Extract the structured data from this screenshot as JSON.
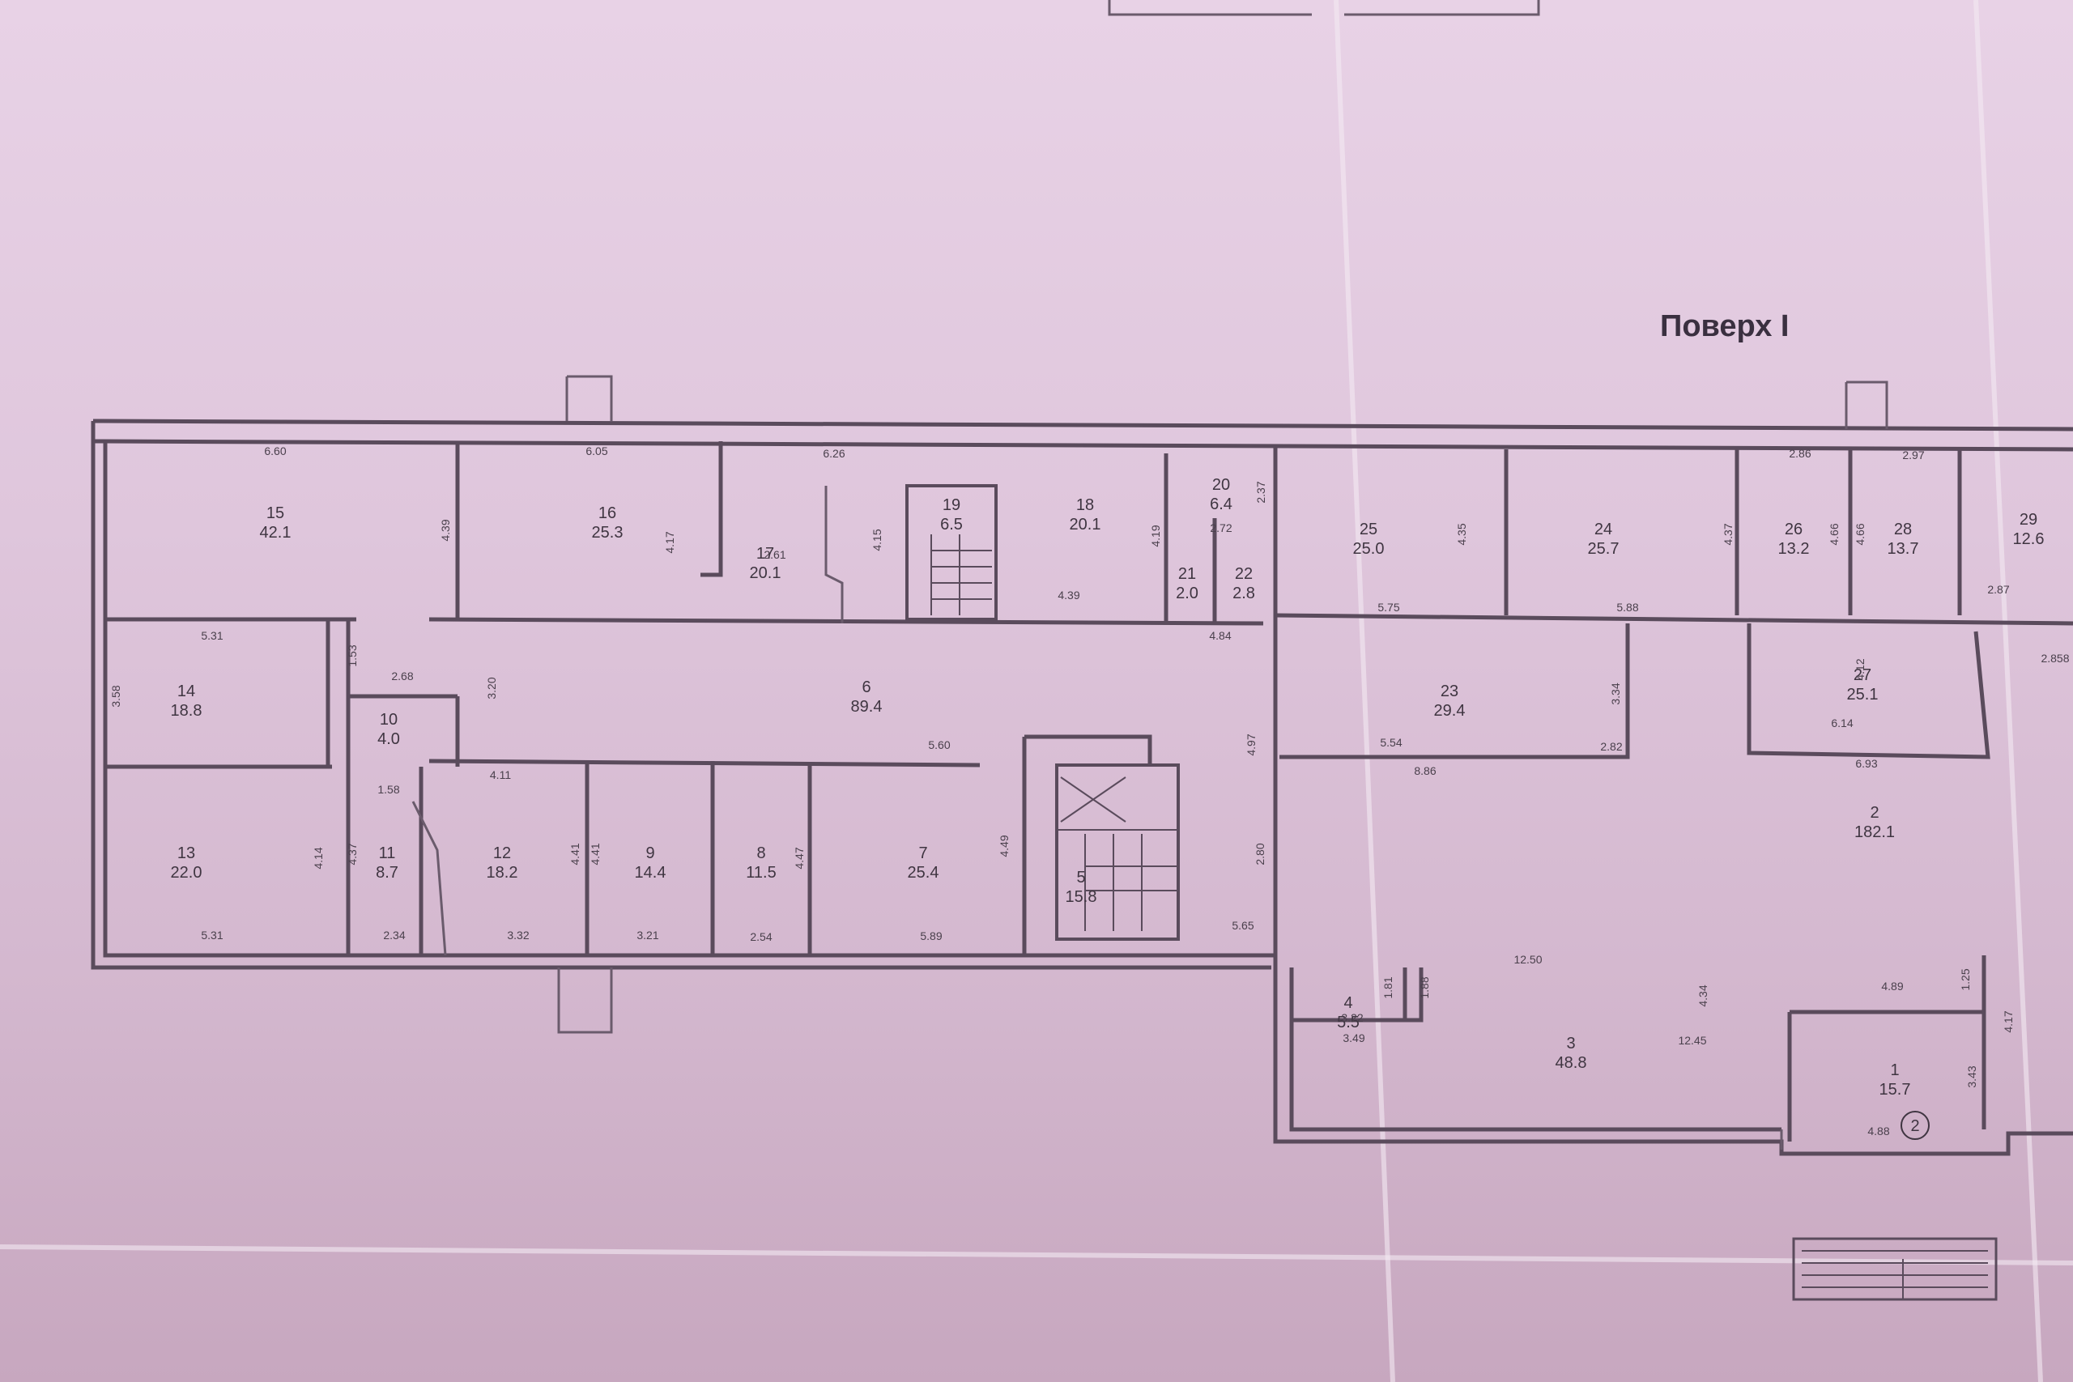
{
  "title": "Поверх I",
  "rooms": [
    {
      "num": "15",
      "area": "42.1"
    },
    {
      "num": "16",
      "area": "25.3"
    },
    {
      "num": "17",
      "area": "20.1"
    },
    {
      "num": "19",
      "area": "6.5"
    },
    {
      "num": "18",
      "area": "20.1"
    },
    {
      "num": "20",
      "area": "6.4"
    },
    {
      "num": "21",
      "area": "2.0"
    },
    {
      "num": "22",
      "area": "2.8"
    },
    {
      "num": "25",
      "area": "25.0"
    },
    {
      "num": "24",
      "area": "25.7"
    },
    {
      "num": "26",
      "area": "13.2"
    },
    {
      "num": "28",
      "area": "13.7"
    },
    {
      "num": "29",
      "area": "12.6"
    },
    {
      "num": "14",
      "area": "18.8"
    },
    {
      "num": "10",
      "area": "4.0"
    },
    {
      "num": "6",
      "area": "89.4"
    },
    {
      "num": "23",
      "area": "29.4"
    },
    {
      "num": "27",
      "area": "25.1"
    },
    {
      "num": "13",
      "area": "22.0"
    },
    {
      "num": "11",
      "area": "8.7"
    },
    {
      "num": "12",
      "area": "18.2"
    },
    {
      "num": "9",
      "area": "14.4"
    },
    {
      "num": "8",
      "area": "11.5"
    },
    {
      "num": "7",
      "area": "25.4"
    },
    {
      "num": "5",
      "area": "15.8"
    },
    {
      "num": "2",
      "area": "182.1"
    },
    {
      "num": "4",
      "area": "5.5"
    },
    {
      "num": "3",
      "area": "48.8"
    },
    {
      "num": "1",
      "area": "15.7"
    }
  ],
  "dims": [
    "6.60",
    "6.05",
    "6.26",
    "2.86",
    "2.97",
    "4.39",
    "4.17",
    "2.61",
    "4.15",
    "2.37",
    "2.72",
    "4.19",
    "4.35",
    "4.37",
    "4.66",
    "4.66",
    "4.39",
    "5.75",
    "5.88",
    "2.87",
    "2.858",
    "5.31",
    "1.53",
    "2.68",
    "3.20",
    "3.58",
    "4.84",
    "3.34",
    "4.12",
    "5.54",
    "2.82",
    "8.86",
    "6.14",
    "6.93",
    "4.11",
    "5.60",
    "4.97",
    "1.58",
    "4.37",
    "4.14",
    "4.41",
    "4.41",
    "4.47",
    "4.49",
    "2.80",
    "5.31",
    "2.34",
    "3.32",
    "3.21",
    "2.54",
    "5.89",
    "5.65",
    "12.50",
    "1.81",
    "1.88",
    "4.34",
    "4.89",
    "1.25",
    "4.17",
    "3.22",
    "3.49",
    "12.45",
    "3.43",
    "4.88"
  ],
  "section_mark": "2"
}
